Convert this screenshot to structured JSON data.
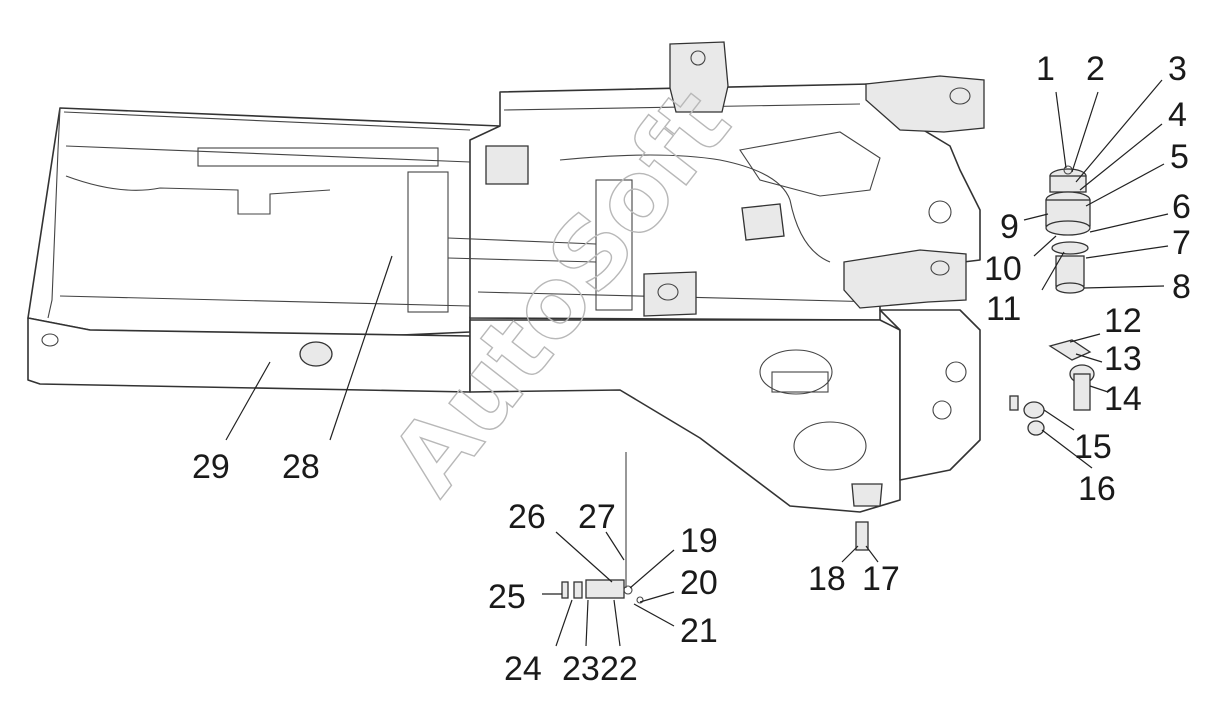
{
  "watermark": "AutoSoft",
  "callouts": [
    {
      "id": "c1",
      "text": "1"
    },
    {
      "id": "c2",
      "text": "2"
    },
    {
      "id": "c3",
      "text": "3"
    },
    {
      "id": "c4",
      "text": "4"
    },
    {
      "id": "c5",
      "text": "5"
    },
    {
      "id": "c6",
      "text": "6"
    },
    {
      "id": "c7",
      "text": "7"
    },
    {
      "id": "c8",
      "text": "8"
    },
    {
      "id": "c9",
      "text": "9"
    },
    {
      "id": "c10",
      "text": "10"
    },
    {
      "id": "c11",
      "text": "11"
    },
    {
      "id": "c12",
      "text": "12"
    },
    {
      "id": "c13",
      "text": "13"
    },
    {
      "id": "c14",
      "text": "14"
    },
    {
      "id": "c15",
      "text": "15"
    },
    {
      "id": "c16",
      "text": "16"
    },
    {
      "id": "c17",
      "text": "17"
    },
    {
      "id": "c18",
      "text": "18"
    },
    {
      "id": "c19",
      "text": "19"
    },
    {
      "id": "c20",
      "text": "20"
    },
    {
      "id": "c21",
      "text": "21"
    },
    {
      "id": "c22",
      "text": "22"
    },
    {
      "id": "c23",
      "text": "23"
    },
    {
      "id": "c24",
      "text": "24"
    },
    {
      "id": "c25",
      "text": "25"
    },
    {
      "id": "c26",
      "text": "26"
    },
    {
      "id": "c27",
      "text": "27"
    },
    {
      "id": "c28",
      "text": "28"
    },
    {
      "id": "c29",
      "text": "29"
    }
  ]
}
